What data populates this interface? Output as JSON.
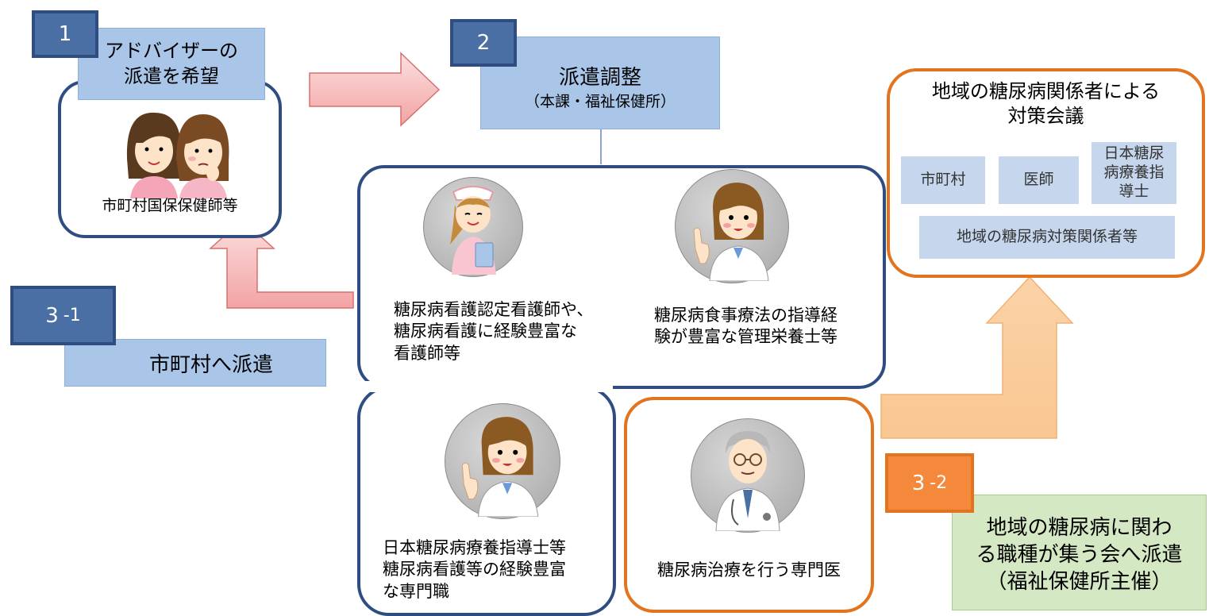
{
  "step1": {
    "number": "1",
    "title_line1": "アドバイザーの",
    "title_line2": "派遣を希望",
    "caption": "市町村国保保健師等"
  },
  "step2": {
    "number": "2",
    "title": "派遣調整",
    "subtitle": "（本課・福祉保健所）"
  },
  "professionals": {
    "nurse_text": "糖尿病看護認定看護師や、\n糖尿病看護に経験豊富な\n看護師等",
    "dietitian_text": "糖尿病食事療法の指導経\n験が豊富な管理栄養士等",
    "educator_text": "日本糖尿病療養指導士等\n糖尿病看護等の経験豊富\nな専門職",
    "doctor_text": "糖尿病治療を行う専門医"
  },
  "step31": {
    "number_main": "3",
    "number_sub": "-1",
    "label": "市町村へ派遣"
  },
  "step32": {
    "number_main": "3",
    "number_sub": "-2",
    "label": "地域の糖尿病に関わ\nる職種が集う会へ派遣\n（福祉保健所主催）"
  },
  "meeting": {
    "title": "地域の糖尿病関係者による\n対策会議",
    "members": [
      "市町村",
      "医師",
      "日本糖尿\n病療養指\n導士"
    ],
    "others": "地域の糖尿病対策関係者等"
  },
  "icons": [
    "women-consulting-icon",
    "nurse-icon",
    "dietitian-icon",
    "educator-icon",
    "doctor-icon"
  ],
  "colors": {
    "navy": "#2f4d80",
    "orange": "#e2731f",
    "light_blue": "#a9c5e8",
    "light_green": "#d5e8c4"
  }
}
